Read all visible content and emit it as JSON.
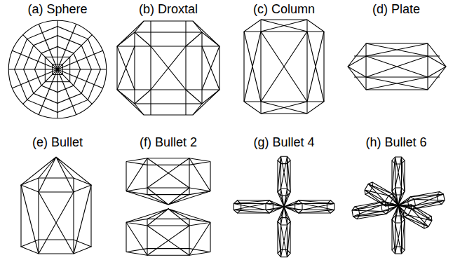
{
  "diagram": {
    "labels": [
      "(a) Sphere",
      "(b) Droxtal",
      "(c) Column",
      "(d) Plate",
      "(e) Bullet",
      "(f) Bullet 2",
      "(g) Bullet 4",
      "(h) Bullet 6"
    ]
  }
}
